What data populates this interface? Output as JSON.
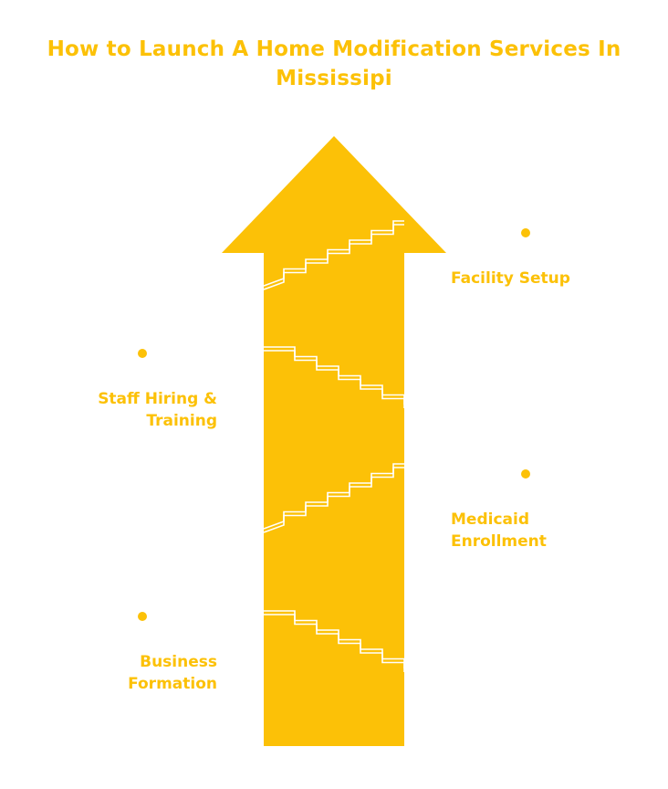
{
  "title": "How to Launch A Home Modification Services In Mississipi",
  "colors": {
    "accent": "#fcc107",
    "stair_line": "#ffffff",
    "background": "#ffffff"
  },
  "steps": [
    {
      "label": "Business\nFormation"
    },
    {
      "label": "Medicaid\nEnrollment"
    },
    {
      "label": "Staff Hiring &\nTraining"
    },
    {
      "label": "Facility Setup"
    }
  ]
}
